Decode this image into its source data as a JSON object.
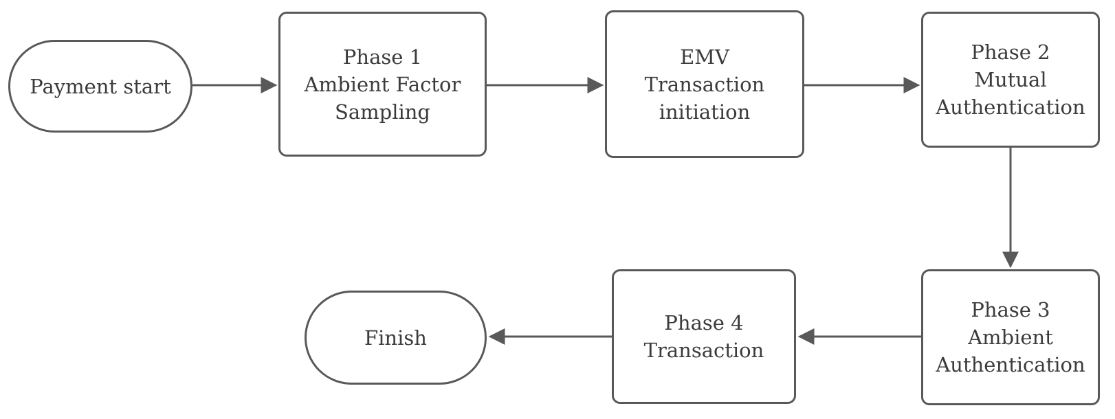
{
  "diagram": {
    "type": "flowchart",
    "colors": {
      "node_border": "#595959",
      "arrow": "#595959",
      "text": "#3b3b3b",
      "background": "#ffffff"
    },
    "nodes": [
      {
        "id": "start",
        "shape": "stadium",
        "label": "Payment start"
      },
      {
        "id": "phase1",
        "shape": "rect",
        "label": "Phase 1\nAmbient Factor\nSampling"
      },
      {
        "id": "emv",
        "shape": "rect",
        "label": "EMV\nTransaction\ninitiation"
      },
      {
        "id": "phase2",
        "shape": "rect",
        "label": "Phase 2\nMutual\nAuthentication"
      },
      {
        "id": "phase3",
        "shape": "rect",
        "label": "Phase 3\nAmbient\nAuthentication"
      },
      {
        "id": "phase4",
        "shape": "rect",
        "label": "Phase 4\nTransaction"
      },
      {
        "id": "finish",
        "shape": "stadium",
        "label": "Finish"
      }
    ],
    "edges": [
      {
        "from": "start",
        "to": "phase1",
        "direction": "right"
      },
      {
        "from": "phase1",
        "to": "emv",
        "direction": "right"
      },
      {
        "from": "emv",
        "to": "phase2",
        "direction": "right"
      },
      {
        "from": "phase2",
        "to": "phase3",
        "direction": "down"
      },
      {
        "from": "phase3",
        "to": "phase4",
        "direction": "left"
      },
      {
        "from": "phase4",
        "to": "finish",
        "direction": "left"
      }
    ]
  }
}
